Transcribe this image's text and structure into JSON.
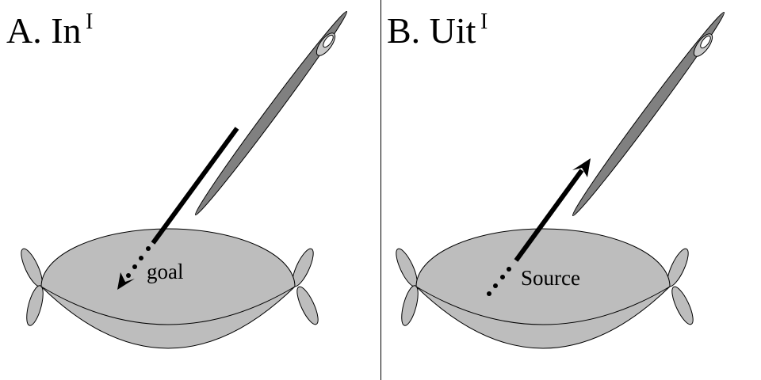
{
  "panels": [
    {
      "id": "A",
      "title": "A. In",
      "superscript": "I",
      "label": "goal",
      "direction": "in"
    },
    {
      "id": "B",
      "title": "B. Uit",
      "superscript": "I",
      "label": "Source",
      "direction": "out"
    }
  ],
  "colors": {
    "cushion": "#bdbdbd",
    "needle": "#808080",
    "eye": "#c8c8c8",
    "line": "#000000"
  }
}
